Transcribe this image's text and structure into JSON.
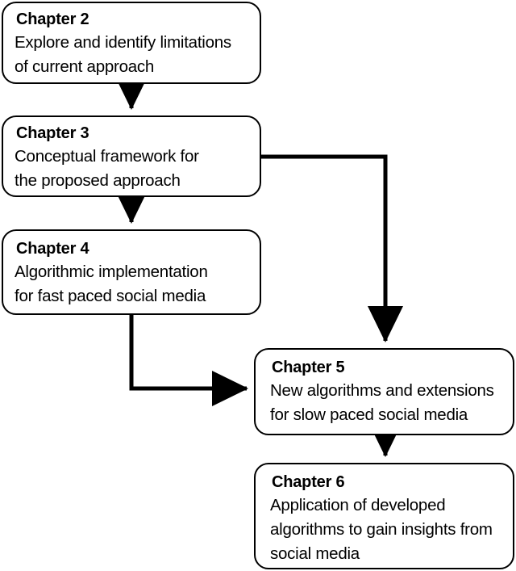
{
  "diagram": {
    "type": "flowchart",
    "orientation": "top-to-bottom",
    "background_color": "#ffffff",
    "line_color": "#000000",
    "box_fill_color": "#ffffff",
    "box_border_color": "#000000",
    "nodes": [
      {
        "id": "ch2",
        "title": "Chapter 2",
        "body": "Explore and identify limitations\nof current approach"
      },
      {
        "id": "ch3",
        "title": "Chapter 3",
        "body": "Conceptual framework for\nthe proposed approach"
      },
      {
        "id": "ch4",
        "title": "Chapter 4",
        "body": "Algorithmic implementation\nfor fast paced social media"
      },
      {
        "id": "ch5",
        "title": "Chapter 5",
        "body": "New algorithms and extensions\nfor slow paced social media"
      },
      {
        "id": "ch6",
        "title": "Chapter 6",
        "body": "Application of developed\nalgorithms to gain insights from\nsocial media"
      }
    ],
    "edges": [
      {
        "id": "ch2-to-ch3",
        "from": "ch2",
        "to": "ch3",
        "style": "straight-down",
        "arrow": "down"
      },
      {
        "id": "ch3-to-ch4",
        "from": "ch3",
        "to": "ch4",
        "style": "straight-down",
        "arrow": "down"
      },
      {
        "id": "ch3-to-ch5",
        "from": "ch3",
        "to": "ch5",
        "style": "right-then-down",
        "arrow": "down"
      },
      {
        "id": "ch4-to-ch5",
        "from": "ch4",
        "to": "ch5",
        "style": "down-then-right",
        "arrow": "right"
      },
      {
        "id": "ch5-to-ch6",
        "from": "ch5",
        "to": "ch6",
        "style": "straight-down",
        "arrow": "down"
      }
    ]
  }
}
